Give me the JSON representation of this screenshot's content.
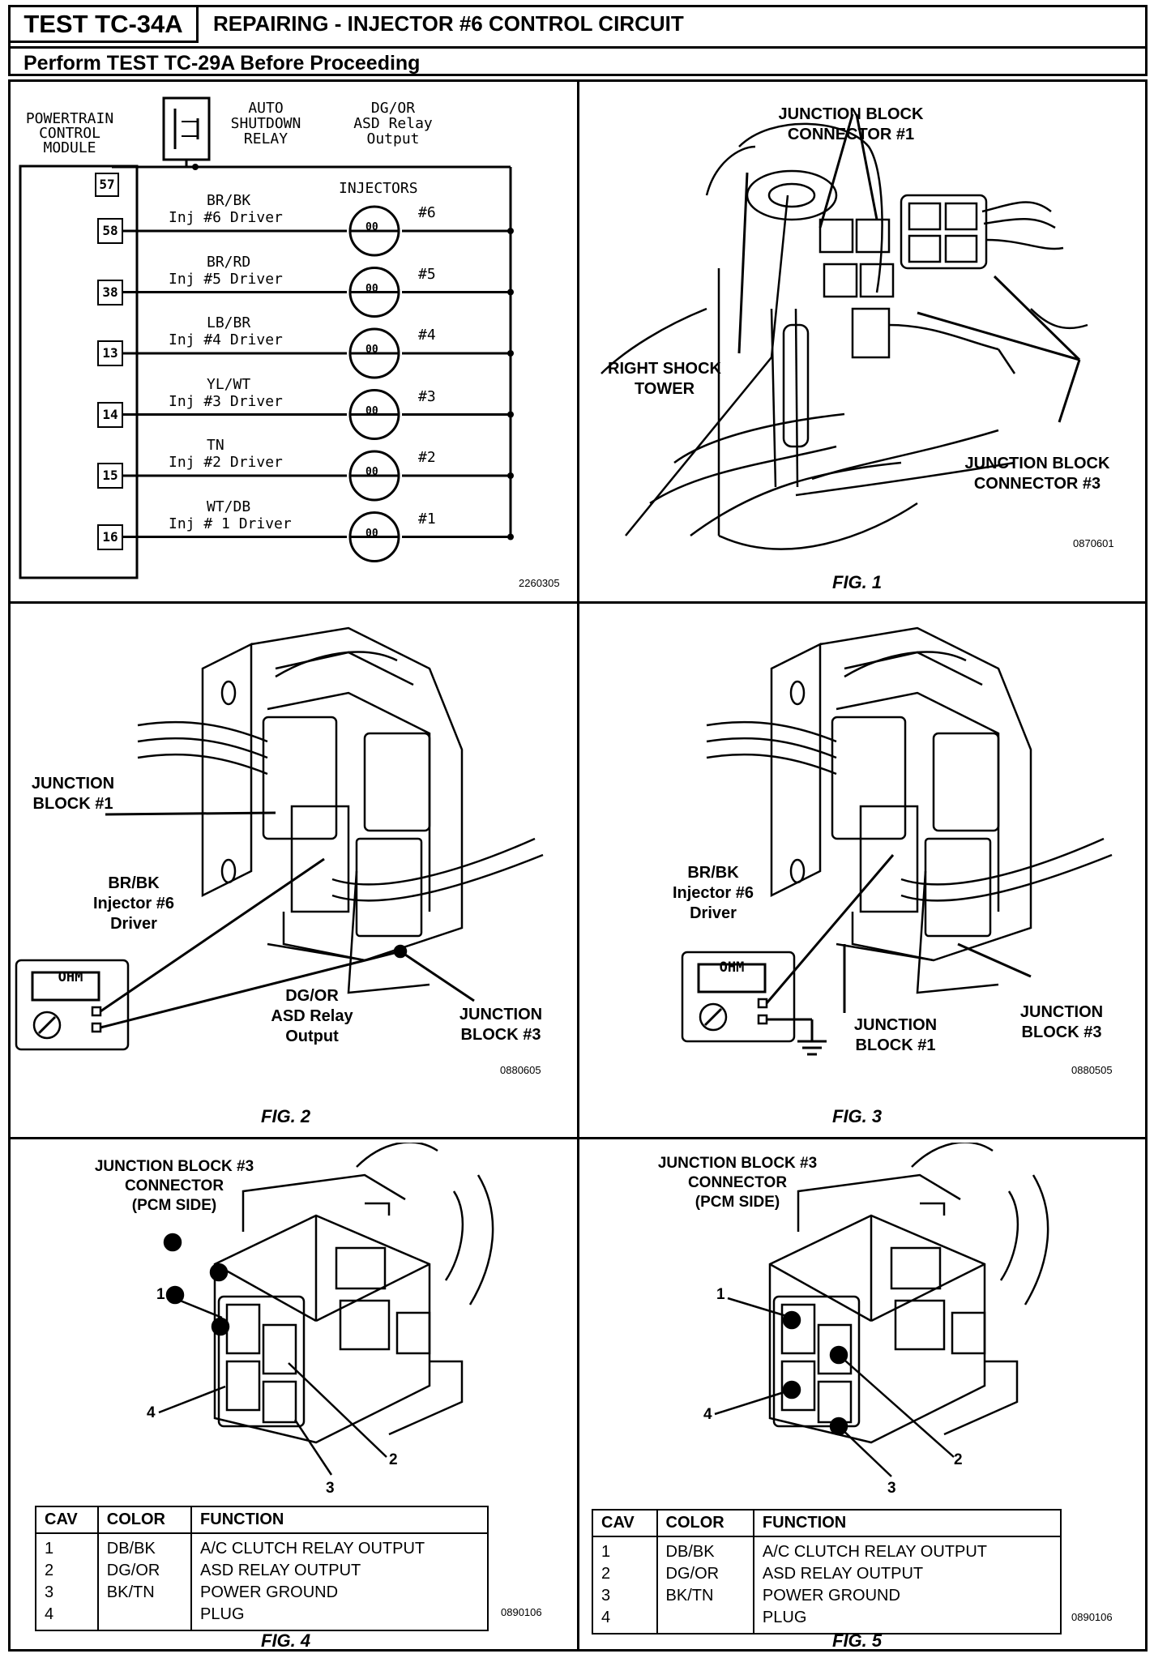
{
  "header": {
    "test_id": "TEST TC-34A",
    "title": "REPAIRING - INJECTOR #6 CONTROL CIRCUIT",
    "prerequisite": "Perform TEST TC-29A Before Proceeding"
  },
  "schematic": {
    "pcm_label": [
      "POWERTRAIN",
      "CONTROL",
      "MODULE"
    ],
    "relay_label": [
      "AUTO",
      "SHUTDOWN",
      "RELAY"
    ],
    "relay_output_label": [
      "DG/OR",
      "ASD Relay",
      "Output"
    ],
    "injectors_label": "INJECTORS",
    "relay_pin": "57",
    "circuits": [
      {
        "pin": "58",
        "color": "BR/BK",
        "driver": "Inj #6 Driver",
        "injector": "#6"
      },
      {
        "pin": "38",
        "color": "BR/RD",
        "driver": "Inj #5 Driver",
        "injector": "#5"
      },
      {
        "pin": "13",
        "color": "LB/BR",
        "driver": "Inj #4 Driver",
        "injector": "#4"
      },
      {
        "pin": "14",
        "color": "YL/WT",
        "driver": "Inj #3 Driver",
        "injector": "#3"
      },
      {
        "pin": "15",
        "color": "TN",
        "driver": "Inj #2 Driver",
        "injector": "#2"
      },
      {
        "pin": "16",
        "color": "WT/DB",
        "driver": "Inj # 1 Driver",
        "injector": "#1"
      }
    ],
    "coil_text": "00",
    "code": "2260305"
  },
  "fig1": {
    "caption": "FIG. 1",
    "label_jb1": [
      "JUNCTION BLOCK",
      "CONNECTOR #1"
    ],
    "label_shock": [
      "RIGHT SHOCK",
      "TOWER"
    ],
    "label_jb3": [
      "JUNCTION BLOCK",
      "CONNECTOR #3"
    ],
    "code": "0870601"
  },
  "fig2": {
    "caption": "FIG. 2",
    "label_jb1": [
      "JUNCTION",
      "BLOCK #1"
    ],
    "label_wire": [
      "BR/BK",
      "Injector #6",
      "Driver"
    ],
    "label_relay": [
      "DG/OR",
      "ASD Relay",
      "Output"
    ],
    "label_jb3": [
      "JUNCTION",
      "BLOCK #3"
    ],
    "meter": "OHM",
    "code": "0880605"
  },
  "fig3": {
    "caption": "FIG. 3",
    "label_wire": [
      "BR/BK",
      "Injector #6",
      "Driver"
    ],
    "label_jb1": [
      "JUNCTION",
      "BLOCK #1"
    ],
    "label_jb3": [
      "JUNCTION",
      "BLOCK #3"
    ],
    "meter": "OHM",
    "code": "0880505"
  },
  "fig4": {
    "caption": "FIG. 4",
    "title": [
      "JUNCTION BLOCK #3",
      "CONNECTOR",
      "(PCM SIDE)"
    ],
    "cavities": [
      "1",
      "2",
      "3",
      "4"
    ],
    "table": {
      "headers": [
        "CAV",
        "COLOR",
        "FUNCTION"
      ],
      "rows": [
        [
          "1",
          "DB/BK",
          "A/C CLUTCH RELAY OUTPUT"
        ],
        [
          "2",
          "DG/OR",
          "ASD RELAY OUTPUT"
        ],
        [
          "3",
          "BK/TN",
          "POWER GROUND"
        ],
        [
          "4",
          "",
          "PLUG"
        ]
      ]
    },
    "code": "0890106"
  },
  "fig5": {
    "caption": "FIG. 5",
    "title": [
      "JUNCTION BLOCK #3",
      "CONNECTOR",
      "(PCM SIDE)"
    ],
    "cavities": [
      "1",
      "2",
      "3",
      "4"
    ],
    "table": {
      "headers": [
        "CAV",
        "COLOR",
        "FUNCTION"
      ],
      "rows": [
        [
          "1",
          "DB/BK",
          "A/C CLUTCH RELAY OUTPUT"
        ],
        [
          "2",
          "DG/OR",
          "ASD RELAY OUTPUT"
        ],
        [
          "3",
          "BK/TN",
          "POWER GROUND"
        ],
        [
          "4",
          "",
          "PLUG"
        ]
      ]
    },
    "code": "0890106"
  }
}
